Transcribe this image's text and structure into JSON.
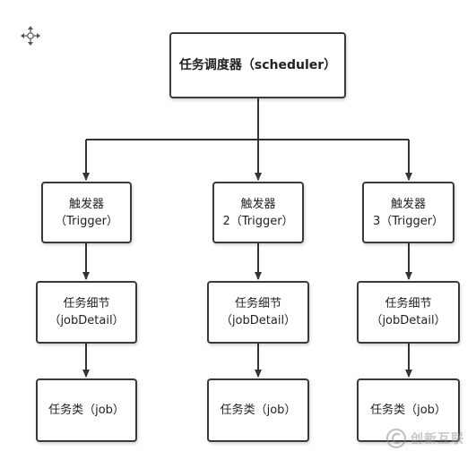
{
  "diagram": {
    "root": {
      "line1": "任务调度器（scheduler）"
    },
    "columns": [
      {
        "trigger": {
          "line1": "触发器",
          "line2": "（Trigger）"
        },
        "job_detail": {
          "line1": "任务细节",
          "line2": "（jobDetail）"
        },
        "job": {
          "line1": "任务类（job）"
        }
      },
      {
        "trigger": {
          "line1": "触发器",
          "line2": "2（Trigger）"
        },
        "job_detail": {
          "line1": "任务细节",
          "line2": "（jobDetail）"
        },
        "job": {
          "line1": "任务类（job）"
        }
      },
      {
        "trigger": {
          "line1": "触发器",
          "line2": "3（Trigger）"
        },
        "job_detail": {
          "line1": "任务细节",
          "line2": "（jobDetail）"
        },
        "job": {
          "line1": "任务类（job）"
        }
      }
    ]
  },
  "icons": {
    "move": "move-icon"
  },
  "watermark": {
    "text": "创新互联"
  },
  "colors": {
    "line": "#333333",
    "border": "#3a3a3a",
    "background": "#ffffff"
  }
}
